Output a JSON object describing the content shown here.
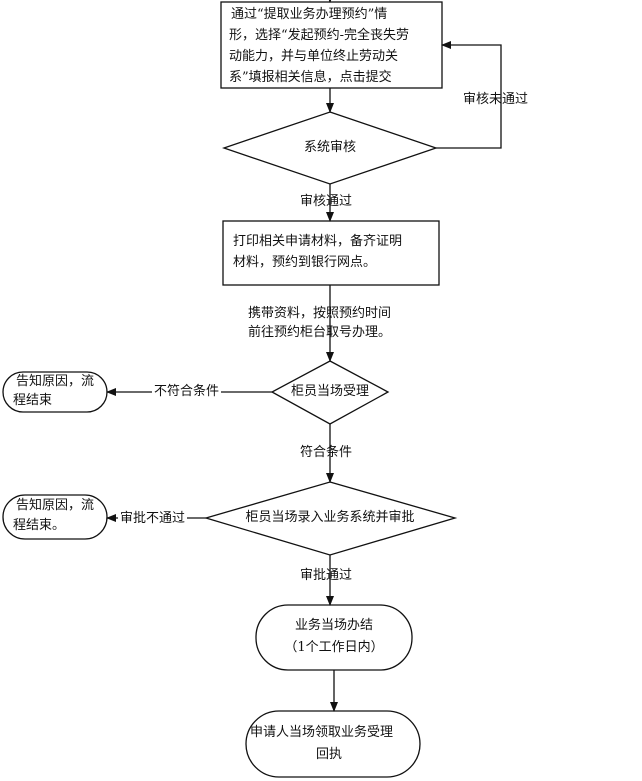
{
  "nodes": {
    "start_box": {
      "lines": [
        "通过“提取业务办理预约”情",
        "形，选择“发起预约-完全丧失劳",
        "动能力，并与单位终止劳动关",
        "系”填报相关信息，点击提交"
      ]
    },
    "system_review": {
      "text": "系统审核"
    },
    "print_box": {
      "lines": [
        "打印相关申请材料，备齐证明",
        "材料，预约到银行网点。"
      ]
    },
    "counter_accept": {
      "text": "柜员当场受理"
    },
    "notify_end_1": {
      "lines": [
        "告知原因，流",
        "程结束"
      ]
    },
    "counter_approve": {
      "text": "柜员当场录入业务系统并审批"
    },
    "notify_end_2": {
      "lines": [
        "告知原因，流",
        "程结束。"
      ]
    },
    "complete": {
      "lines": [
        "业务当场办结",
        "（1个工作日内）"
      ]
    },
    "receipt": {
      "lines": [
        "申请人当场领取业务受理",
        "回执"
      ]
    }
  },
  "edges": {
    "review_failed": "审核未通过",
    "review_passed": "审核通过",
    "bring_docs": [
      "携带资料，按照预约时间",
      "前往预约柜台取号办理。"
    ],
    "not_qualified": "不符合条件",
    "qualified": "符合条件",
    "approval_failed": "审批不通过",
    "approval_passed": "审批通过"
  }
}
